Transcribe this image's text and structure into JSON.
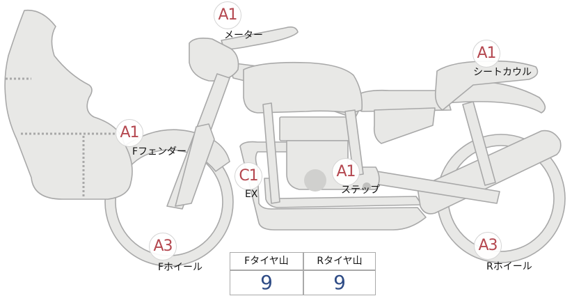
{
  "callouts": {
    "meter": {
      "grade": "A1",
      "label": "メーター"
    },
    "seat_cowl": {
      "grade": "A1",
      "label": "シートカウル"
    },
    "front_fender": {
      "grade": "A1",
      "label": "Fフェンダー"
    },
    "exhaust": {
      "grade": "C1",
      "label": "EX"
    },
    "step": {
      "grade": "A1",
      "label": "ステップ"
    },
    "front_wheel": {
      "grade": "A3",
      "label": "Fホイール"
    },
    "rear_wheel": {
      "grade": "A3",
      "label": "Rホイール"
    }
  },
  "tread_table": {
    "front_header": "Fタイヤ山",
    "rear_header": "Rタイヤ山",
    "front_value": "9",
    "rear_value": "9"
  },
  "colors": {
    "part_fill": "#e8e8e6",
    "part_stroke": "#a8a8a8",
    "grade_text": "#b4474f",
    "value_text": "#2f4c86"
  }
}
